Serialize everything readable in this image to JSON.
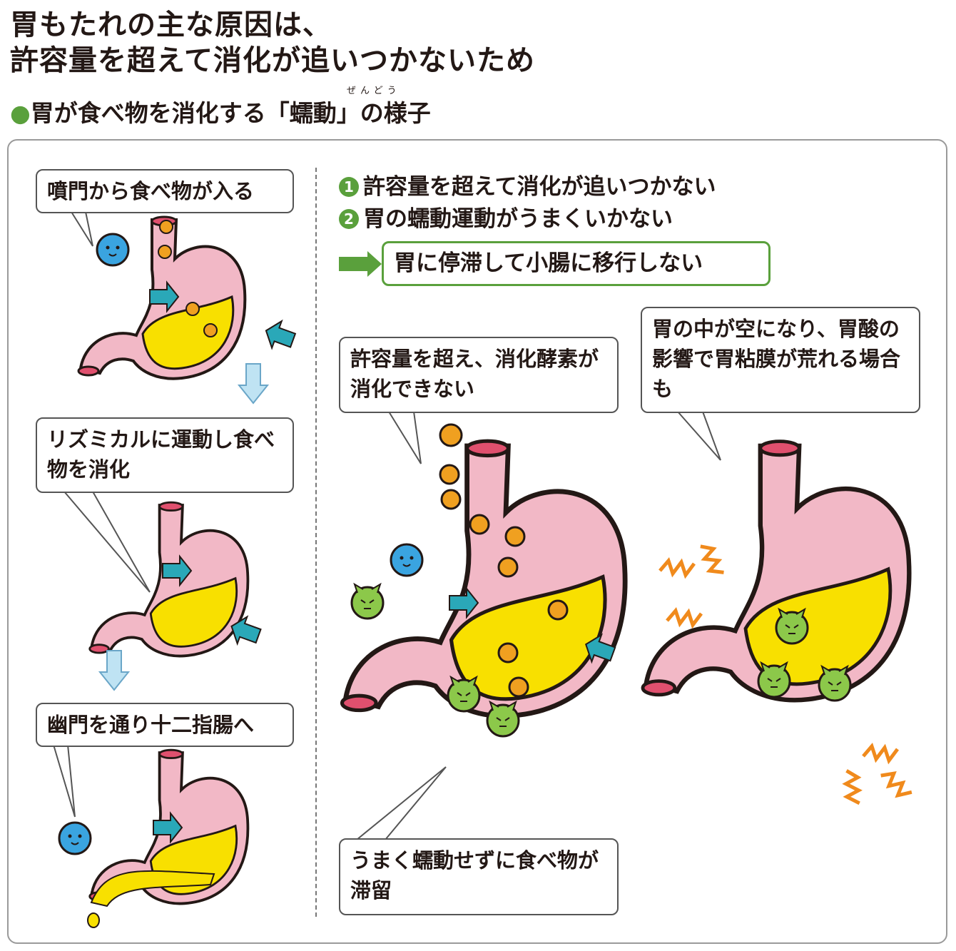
{
  "title": {
    "line1": "胃もたれの主な原因は、",
    "line2": "許容量を超えて消化が追いつかないため"
  },
  "subtitle": {
    "bullet": "●",
    "text_before": "胃が食べ物を消化する「",
    "term": "蠕動",
    "text_after": "」の様子",
    "ruby": "ぜんどう"
  },
  "left_steps": [
    {
      "label": "噴門から食べ物が入る"
    },
    {
      "label": "リズミカルに運動し食べ物を消化"
    },
    {
      "label": "幽門を通り十二指腸へ"
    }
  ],
  "causes": [
    {
      "number": "1",
      "text": "許容量を超えて消化が追いつかない"
    },
    {
      "number": "2",
      "text": "胃の蠕動運動がうまくいかない"
    }
  ],
  "result": "胃に停滞して小腸に移行しない",
  "callouts": {
    "overload": "許容量を超え、消化酵素が消化できない",
    "stagnation": "うまく蠕動せずに食べ物が滞留",
    "empty": "胃の中が空になり、胃酸の影響で胃粘膜が荒れる場合も"
  },
  "colors": {
    "accent_green": "#5aa03c",
    "stomach_pink": "#f2b8c6",
    "food_yellow": "#f8e000",
    "arrow_teal": "#2aa8b8",
    "zigzag_orange": "#f08a1c"
  }
}
